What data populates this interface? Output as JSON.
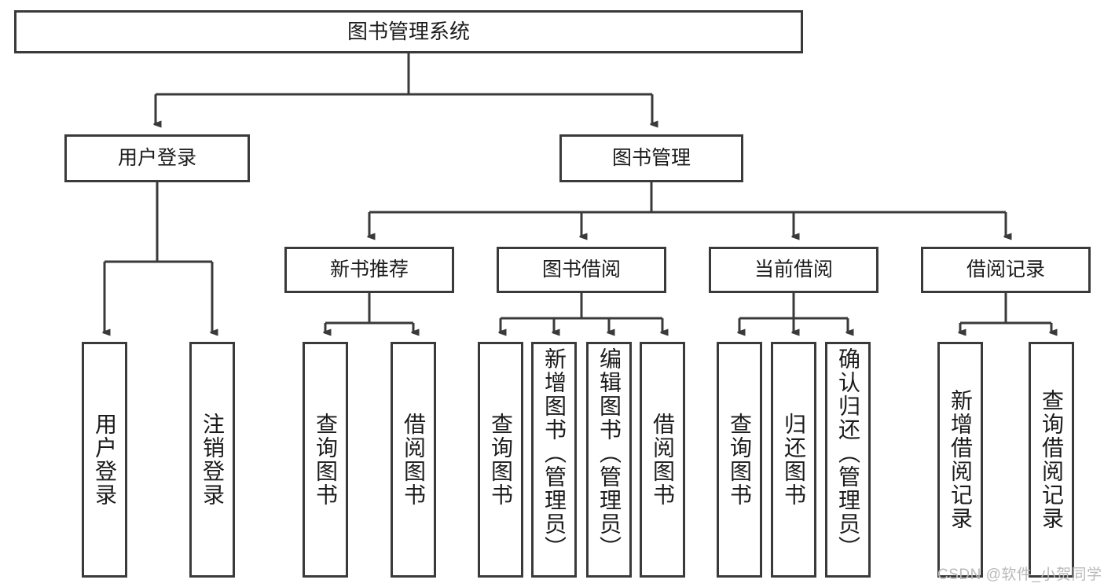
{
  "diagram": {
    "title": "图书管理系统",
    "type": "hierarchy-tree",
    "root": {
      "id": "root",
      "label": "图书管理系统"
    },
    "level2": [
      {
        "id": "user-login",
        "label": "用户登录"
      },
      {
        "id": "book-manage",
        "label": "图书管理"
      }
    ],
    "level3": [
      {
        "id": "new-book-rec",
        "label": "新书推荐",
        "parent": "book-manage"
      },
      {
        "id": "book-borrow",
        "label": "图书借阅",
        "parent": "book-manage"
      },
      {
        "id": "current-borrow",
        "label": "当前借阅",
        "parent": "book-manage"
      },
      {
        "id": "borrow-record",
        "label": "借阅记录",
        "parent": "book-manage"
      }
    ],
    "leaves": [
      {
        "id": "leaf-user-login",
        "label": "用户登录",
        "parent": "user-login",
        "align": "centered"
      },
      {
        "id": "leaf-logout-login",
        "label": "注销登录",
        "parent": "user-login",
        "align": "centered"
      },
      {
        "id": "leaf-query-book-1",
        "label": "查询图书",
        "parent": "new-book-rec",
        "align": "centered"
      },
      {
        "id": "leaf-borrow-book-1",
        "label": "借阅图书",
        "parent": "new-book-rec",
        "align": "centered"
      },
      {
        "id": "leaf-query-book-2",
        "label": "查询图书",
        "parent": "book-borrow",
        "align": "centered"
      },
      {
        "id": "leaf-add-book-admin",
        "label": "新增图书（管理员）",
        "parent": "book-borrow",
        "align": "top"
      },
      {
        "id": "leaf-edit-book-admin",
        "label": "编辑图书（管理员）",
        "parent": "book-borrow",
        "align": "top"
      },
      {
        "id": "leaf-borrow-book-2",
        "label": "借阅图书",
        "parent": "book-borrow",
        "align": "centered"
      },
      {
        "id": "leaf-query-book-3",
        "label": "查询图书",
        "parent": "current-borrow",
        "align": "centered"
      },
      {
        "id": "leaf-return-book",
        "label": "归还图书",
        "parent": "current-borrow",
        "align": "centered"
      },
      {
        "id": "leaf-confirm-return-admin",
        "label": "确认归还（管理员）",
        "parent": "current-borrow",
        "align": "top"
      },
      {
        "id": "leaf-add-borrow-record",
        "label": "新增借阅记录",
        "parent": "borrow-record",
        "align": "centered"
      },
      {
        "id": "leaf-query-borrow-record",
        "label": "查询借阅记录",
        "parent": "borrow-record",
        "align": "centered"
      }
    ],
    "colors": {
      "stroke": "#3a3a3a",
      "text": "#1b1b1b",
      "background": "#ffffff",
      "watermark": "#b9b9b9"
    }
  },
  "watermark": {
    "text": "CSDN @软件_小贺同学"
  }
}
